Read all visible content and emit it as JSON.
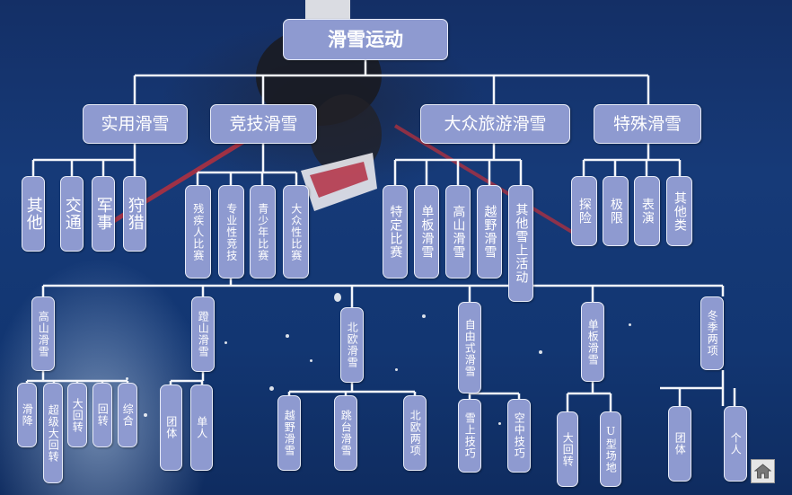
{
  "root": "滑雪运动",
  "categories": {
    "practical": "实用滑雪",
    "competitive": "竞技滑雪",
    "popular": "大众旅游滑雪",
    "special": "特殊滑雪"
  },
  "practical_items": [
    "其他",
    "交通",
    "军事",
    "狩猎"
  ],
  "competitive_items": [
    "残疾人比赛",
    "专业性竞技",
    "青少年比赛",
    "大众性比赛"
  ],
  "popular_items": [
    "特定比赛",
    "单板滑雪",
    "高山滑雪",
    "越野滑雪",
    "其他雪上活动"
  ],
  "special_items": [
    "探险",
    "极限",
    "表演",
    "其他类"
  ],
  "disciplines": {
    "alpine": {
      "label": "高山滑雪",
      "children": [
        "滑降",
        "超级大回转",
        "大回转",
        "回转",
        "综合"
      ]
    },
    "freestyle_mountain": {
      "label": "蹬山滑雪",
      "children": [
        "团体",
        "单人"
      ]
    },
    "nordic": {
      "label": "北欧滑雪",
      "children": [
        "越野滑雪",
        "跳台滑雪",
        "北欧两项"
      ]
    },
    "freestyle": {
      "label": "自由式滑雪",
      "children": [
        "雪上技巧",
        "空中技巧"
      ]
    },
    "snowboard": {
      "label": "单板滑雪",
      "children": [
        "大回转",
        "U型场地"
      ]
    },
    "winter_biathlon": {
      "label": "冬季两项",
      "children": [
        "团体",
        "个人"
      ]
    }
  },
  "home_icon": "home-icon"
}
